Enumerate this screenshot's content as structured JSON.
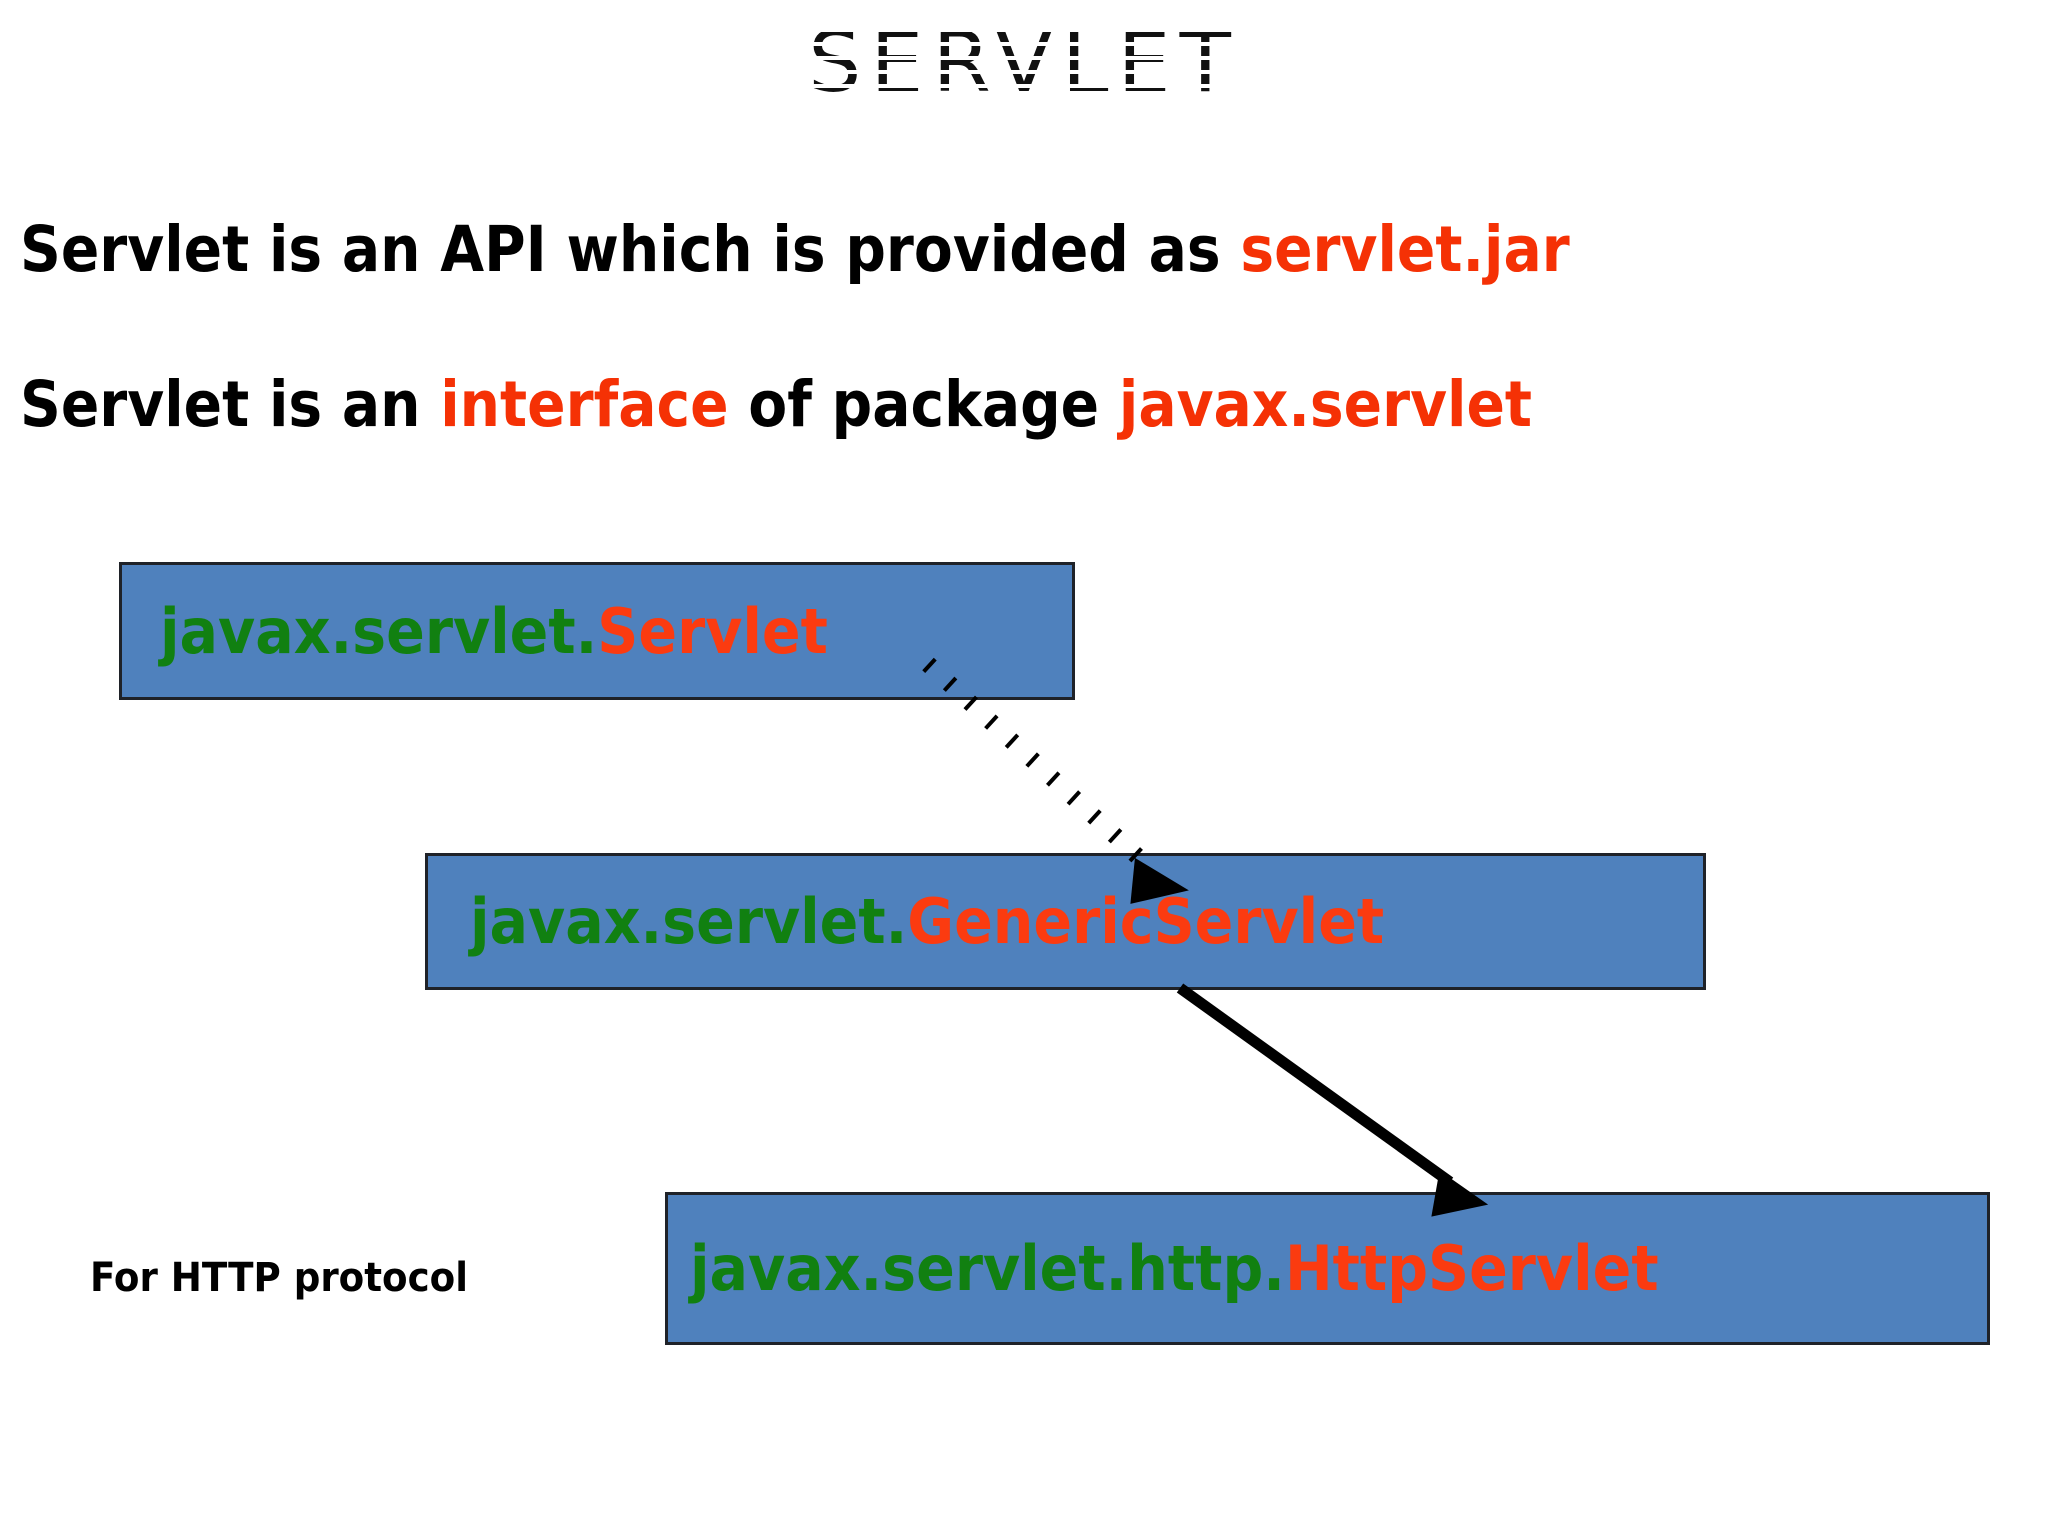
{
  "slide": {
    "title": "SERVLET",
    "background_color": "#FFFFFF"
  },
  "colors": {
    "accent_red": "#F53105",
    "box_blue": "#4F81BD",
    "box_border": "#1F2228",
    "package_green": "#118011",
    "class_red": "#FB3B10",
    "text_black": "#000000"
  },
  "body": {
    "line1": {
      "text_plain": "Servlet is an API which is provided as servlet.jar",
      "black_part": "Servlet is an API which is provided as ",
      "accent_part": "servlet.jar"
    },
    "line2": {
      "text_plain": "Servlet is an interface of package javax.servlet",
      "segment1_black": "Servlet is an ",
      "segment2_accent": "interface",
      "segment3_black": " of package ",
      "segment4_accent": "javax.servlet"
    }
  },
  "hierarchy": {
    "boxes": [
      {
        "id": "servlet",
        "full_name": "javax.servlet.Servlet",
        "package": "javax.servlet.",
        "class": "Servlet"
      },
      {
        "id": "generic-servlet",
        "full_name": "javax.servlet.GenericServlet",
        "package": "javax.servlet.",
        "class": "GenericServlet"
      },
      {
        "id": "http-servlet",
        "full_name": "javax.servlet.http.HttpServlet",
        "package": "javax.servlet.http.",
        "class": "HttpServlet"
      }
    ],
    "connectors": [
      {
        "id": "servlet-to-generic",
        "style": "dotted",
        "from": "javax.servlet.Servlet",
        "to": "javax.servlet.GenericServlet"
      },
      {
        "id": "generic-to-http",
        "style": "solid",
        "from": "javax.servlet.GenericServlet",
        "to": "javax.servlet.http.HttpServlet"
      }
    ]
  },
  "caption": {
    "http_note": "For HTTP protocol"
  }
}
